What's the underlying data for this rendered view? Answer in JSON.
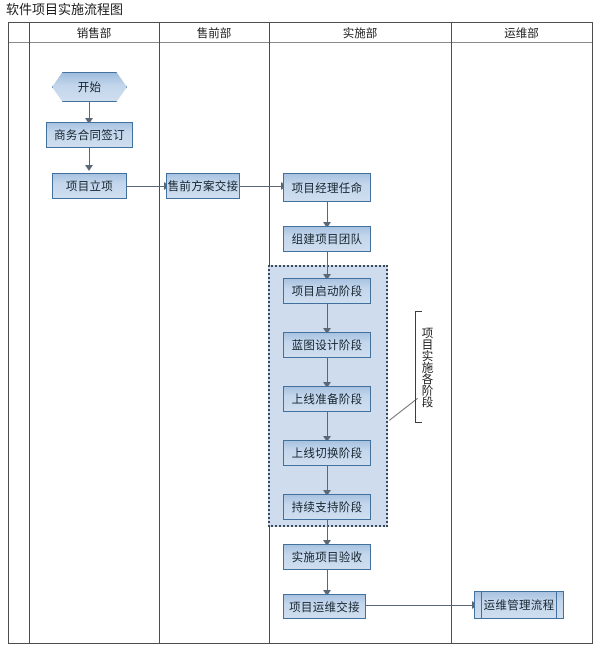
{
  "document": {
    "title": "软件项目实施流程图"
  },
  "lanes": [
    {
      "id": "spacer",
      "label": ""
    },
    {
      "id": "sales",
      "label": "销售部"
    },
    {
      "id": "presales",
      "label": "售前部"
    },
    {
      "id": "implement",
      "label": "实施部"
    },
    {
      "id": "operations",
      "label": "运维部"
    }
  ],
  "nodes": {
    "start": {
      "label": "开始",
      "shape": "terminator"
    },
    "contract": {
      "label": "商务合同签订",
      "shape": "process"
    },
    "project_setup": {
      "label": "项目立项",
      "shape": "process"
    },
    "presales_handover": {
      "label": "售前方案交接",
      "shape": "process"
    },
    "pm_appoint": {
      "label": "项目经理任命",
      "shape": "process"
    },
    "team_build": {
      "label": "组建项目团队",
      "shape": "process"
    },
    "phase_kickoff": {
      "label": "项目启动阶段",
      "shape": "process"
    },
    "phase_blueprint": {
      "label": "蓝图设计阶段",
      "shape": "process"
    },
    "phase_prelaunch": {
      "label": "上线准备阶段",
      "shape": "process"
    },
    "phase_cutover": {
      "label": "上线切换阶段",
      "shape": "process"
    },
    "phase_support": {
      "label": "持续支持阶段",
      "shape": "process"
    },
    "acceptance": {
      "label": "实施项目验收",
      "shape": "process"
    },
    "ops_handover": {
      "label": "项目运维交接",
      "shape": "process"
    },
    "ops_process": {
      "label": "运维管理流程",
      "shape": "predefined-process"
    }
  },
  "annotations": {
    "phase_group_label": "项目实施各阶段"
  },
  "colors": {
    "node_fill_top": "#a8c2e0",
    "node_fill_bottom": "#cfdeef",
    "node_border": "#41719c",
    "group_fill": "#cfdced",
    "group_border": "#3b4a5a",
    "connector": "#5a6876",
    "lane_border": "#4d4d4d",
    "text": "#15232e"
  }
}
